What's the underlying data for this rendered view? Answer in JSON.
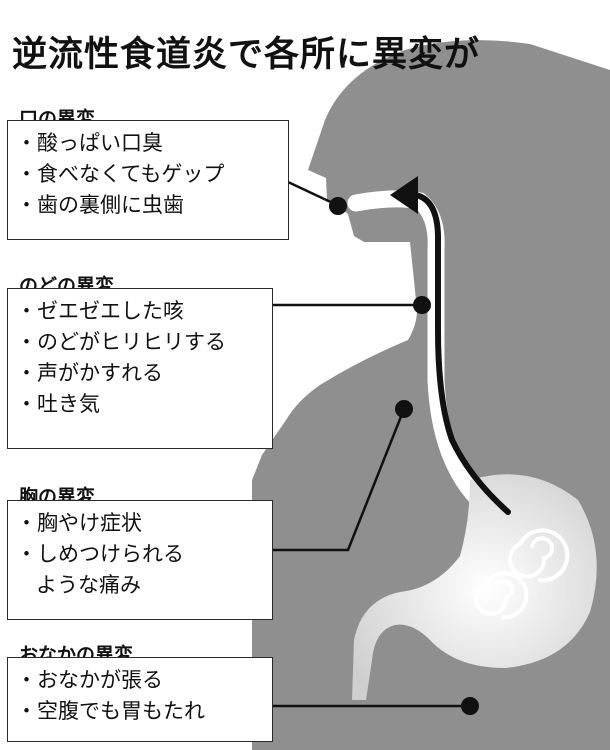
{
  "title": "逆流性食道炎で各所に異変が",
  "sections": [
    {
      "header": "口の異変",
      "items": [
        "・酸っぱい口臭",
        "・食べなくてもゲップ",
        "・歯の裏側に虫歯"
      ]
    },
    {
      "header": "のどの異変",
      "items": [
        "・ゼエゼエした咳",
        "・のどがヒリヒリする",
        "・声がかすれる",
        "・吐き気"
      ]
    },
    {
      "header": "胸の異変",
      "items": [
        "・胸やけ症状",
        "・しめつけられる",
        "ような痛み"
      ]
    },
    {
      "header": "おなかの異変",
      "items": [
        "・おなかが張る",
        "・空腹でも胃もたれ"
      ]
    }
  ],
  "colors": {
    "body": "#8f8f8f",
    "background": "#ffffff",
    "line": "#111111",
    "stomach": "#f2f2f2"
  }
}
